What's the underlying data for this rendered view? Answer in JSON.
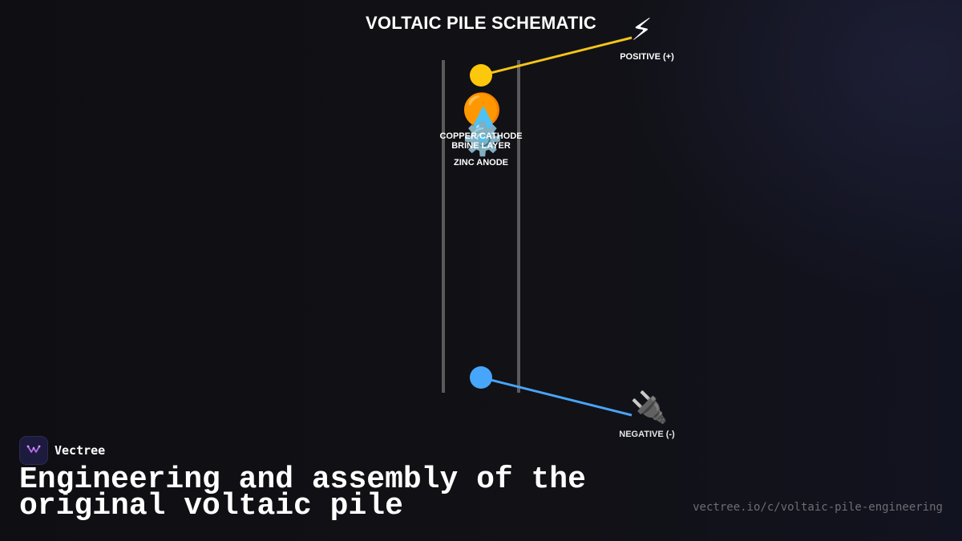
{
  "diagram": {
    "title": "VOLTAIC PILE SCHEMATIC",
    "layers": [
      {
        "label": "COPPER CATHODE",
        "icon": "copper-disc-icon",
        "emoji": "🟠"
      },
      {
        "label": "BRINE LAYER",
        "icon": "water-drop-icon",
        "emoji": "💧"
      },
      {
        "label": "ZINC ANODE",
        "icon": "gear-icon",
        "emoji": "⚙️"
      }
    ],
    "terminals": {
      "positive": {
        "label": "POSITIVE (+)",
        "icon": "lightning-bolt-icon",
        "emoji": "⚡",
        "color": "#f5c518"
      },
      "negative": {
        "label": "NEGATIVE (-)",
        "icon": "electric-plug-icon",
        "emoji": "🔌",
        "color": "#4aa3f5"
      }
    },
    "colors": {
      "rail": "#5a5a5a",
      "positive_node": "#fdc80c",
      "negative_node": "#47a6fb"
    }
  },
  "footer": {
    "brand_name": "Vectree",
    "headline": "Engineering and assembly of the original voltaic pile",
    "url": "vectree.io/c/voltaic-pile-engineering"
  }
}
